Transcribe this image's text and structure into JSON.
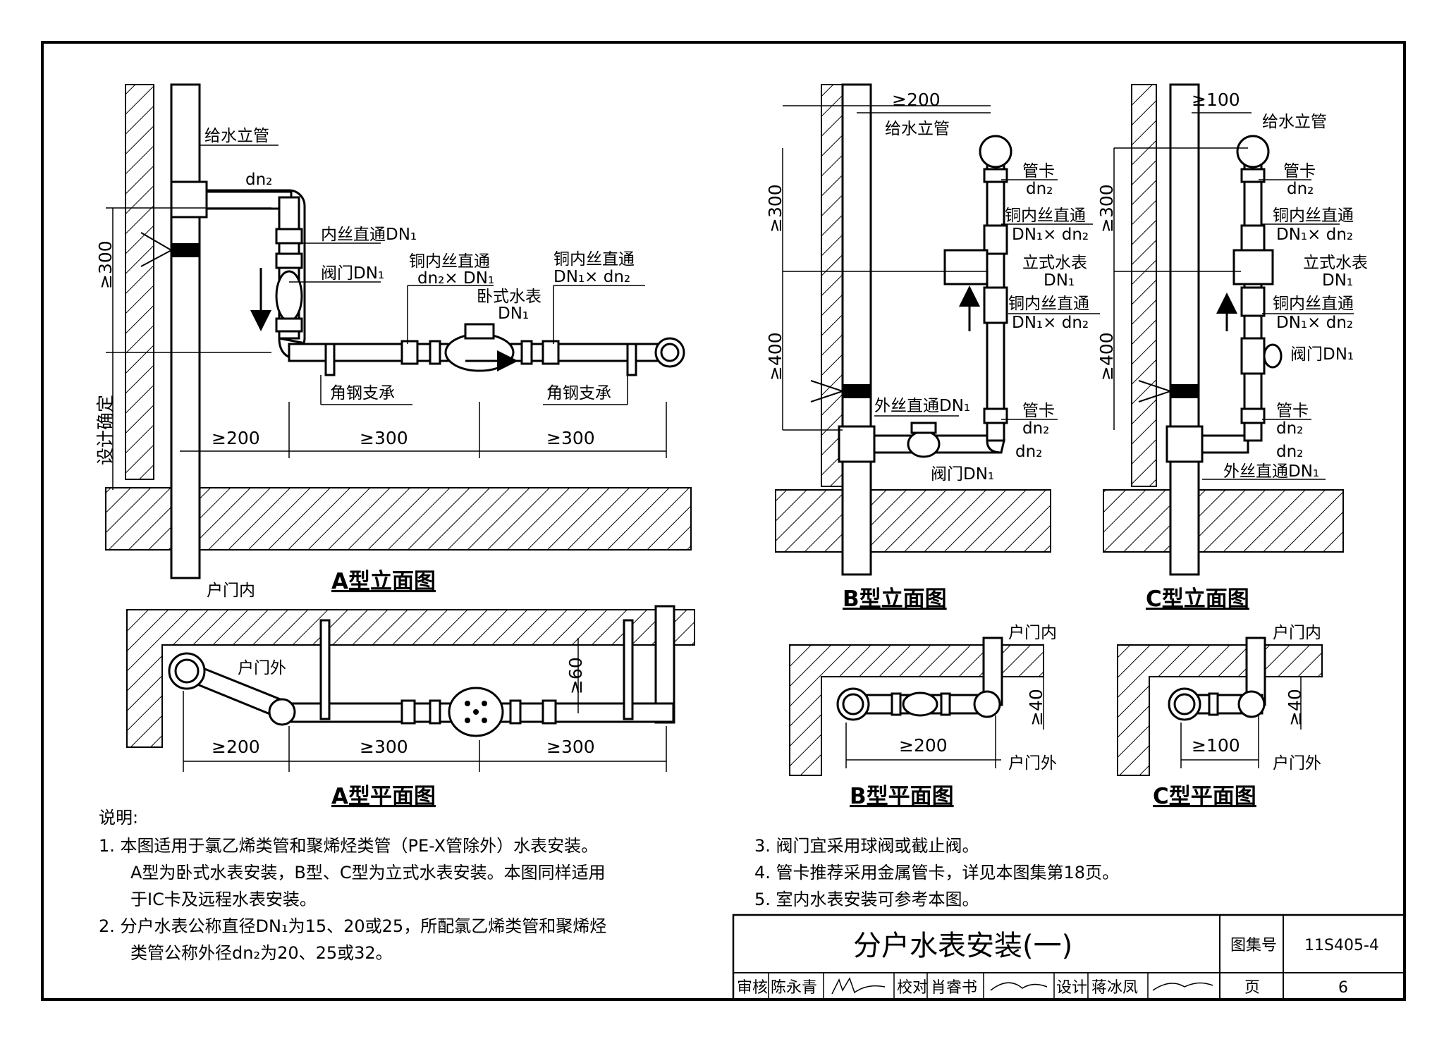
{
  "views": {
    "a_elev": {
      "title": "A型立面图",
      "riser": "给水立管",
      "dn2": "dn₂",
      "union": "内丝直通DN₁",
      "valve": "阀门DN₁",
      "cu1": "铜内丝直通",
      "cu1_size": "dn₂× DN₁",
      "meter": "卧式水表",
      "meter_dn": "DN₁",
      "cu2": "铜内丝直通",
      "cu2_size": "DN₁× dn₂",
      "support1": "角钢支承",
      "support2": "角钢支承",
      "dim_v300": "≥300",
      "dim_design": "设计确定",
      "dim_200": "≥200",
      "dim_300a": "≥300",
      "dim_300b": "≥300",
      "indoor": "户门内"
    },
    "a_plan": {
      "title": "A型平面图",
      "outdoor": "户门外",
      "dim_60": "≥60",
      "dim_200": "≥200",
      "dim_300a": "≥300",
      "dim_300b": "≥300"
    },
    "b_elev": {
      "title": "B型立面图",
      "riser": "给水立管",
      "dim_200": "≥200",
      "clamp1": "管卡",
      "clamp1_dn": "dn₂",
      "cu1": "铜内丝直通",
      "cu1_size": "DN₁× dn₂",
      "meter": "立式水表",
      "meter_dn": "DN₁",
      "cu2": "铜内丝直通",
      "cu2_size": "DN₁× dn₂",
      "male": "外丝直通DN₁",
      "clamp2": "管卡",
      "clamp2_dn": "dn₂",
      "dn2": "dn₂",
      "valve": "阀门DN₁",
      "dim_300": "≥300",
      "dim_400": "≥400"
    },
    "c_elev": {
      "title": "C型立面图",
      "riser": "给水立管",
      "dim_100": "≥100",
      "clamp1": "管卡",
      "clamp1_dn": "dn₂",
      "cu1": "铜内丝直通",
      "cu1_size": "DN₁× dn₂",
      "meter": "立式水表",
      "meter_dn": "DN₁",
      "cu2": "铜内丝直通",
      "cu2_size": "DN₁× dn₂",
      "valve": "阀门DN₁",
      "clamp2": "管卡",
      "clamp2_dn": "dn₂",
      "dn2": "dn₂",
      "male": "外丝直通DN₁",
      "dim_300": "≥300",
      "dim_400": "≥400"
    },
    "b_plan": {
      "title": "B型平面图",
      "indoor": "户门内",
      "outdoor": "户门外",
      "dim_200": "≥200",
      "dim_40": "≥40"
    },
    "c_plan": {
      "title": "C型平面图",
      "indoor": "户门内",
      "outdoor": "户门外",
      "dim_100": "≥100",
      "dim_40": "≥40"
    }
  },
  "notes": {
    "heading": "说明:",
    "n1_l1": "1.  本图适用于氯乙烯类管和聚烯烃类管（PE-X管除外）水表安装。",
    "n1_l2": "A型为卧式水表安装，B型、C型为立式水表安装。本图同样适用",
    "n1_l3": "于IC卡及远程水表安装。",
    "n2_l1": "2.  分户水表公称直径DN₁为15、20或25，所配氯乙烯类管和聚烯烃",
    "n2_l2": "类管公称外径dn₂为20、25或32。",
    "n3": "3.  阀门宜采用球阀或截止阀。",
    "n4": "4.  管卡推荐采用金属管卡，详见本图集第18页。",
    "n5": "5.  室内水表安装可参考本图。"
  },
  "title_block": {
    "title": "分户水表安装(一)",
    "atlas_label": "图集号",
    "atlas_no": "11S405-4",
    "review_label": "审核",
    "reviewer": "陈永青",
    "check_label": "校对",
    "checker": "肖睿书",
    "design_label": "设计",
    "designer": "蒋冰凤",
    "page_label": "页",
    "page_no": "6"
  }
}
